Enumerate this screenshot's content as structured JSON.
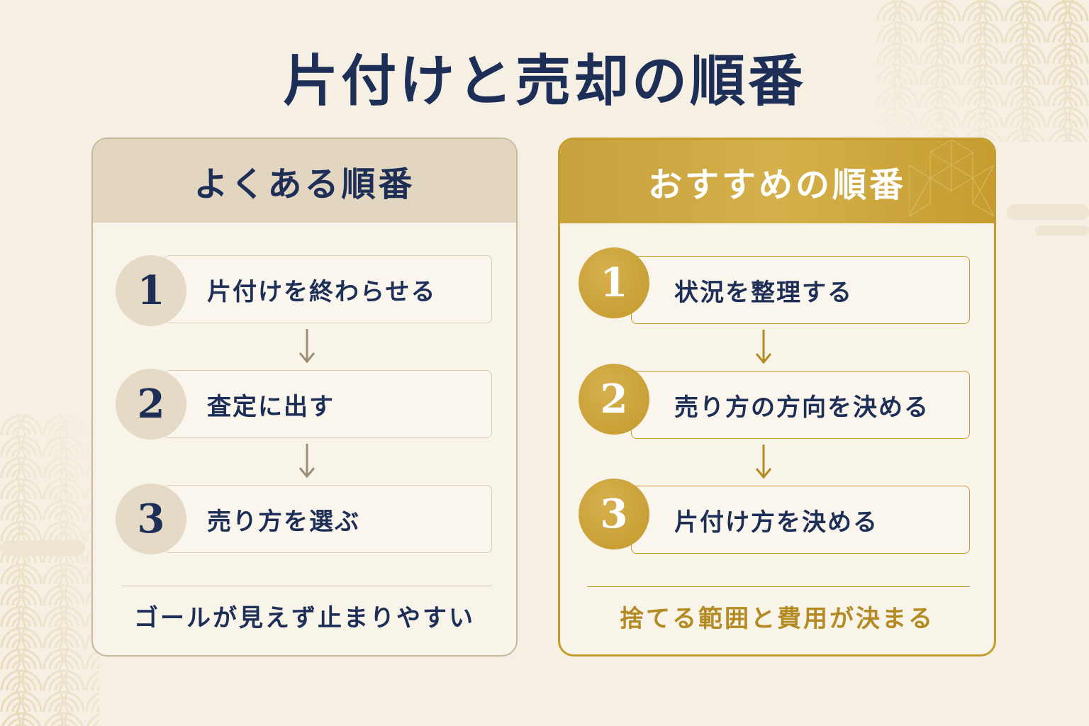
{
  "title": "片付けと売却の順番",
  "colors": {
    "navy": "#1e2f57",
    "gold": "#c49d2f",
    "beige": "#e2d6c0",
    "background": "#f6f0e4"
  },
  "left_panel": {
    "heading": "よくある順番",
    "steps": [
      {
        "number": "1",
        "label": "片付けを終わらせる"
      },
      {
        "number": "2",
        "label": "査定に出す"
      },
      {
        "number": "3",
        "label": "売り方を選ぶ"
      }
    ],
    "footer": "ゴールが見えず止まりやすい"
  },
  "right_panel": {
    "heading": "おすすめの順番",
    "steps": [
      {
        "number": "1",
        "label": "状況を整理する"
      },
      {
        "number": "2",
        "label": "売り方の方向を決める"
      },
      {
        "number": "3",
        "label": "片付け方を決める"
      }
    ],
    "footer": "捨てる範囲と費用が決まる"
  },
  "icons": [
    "seigaiha-pattern",
    "arrow-down-icon",
    "asanoha-motif"
  ]
}
